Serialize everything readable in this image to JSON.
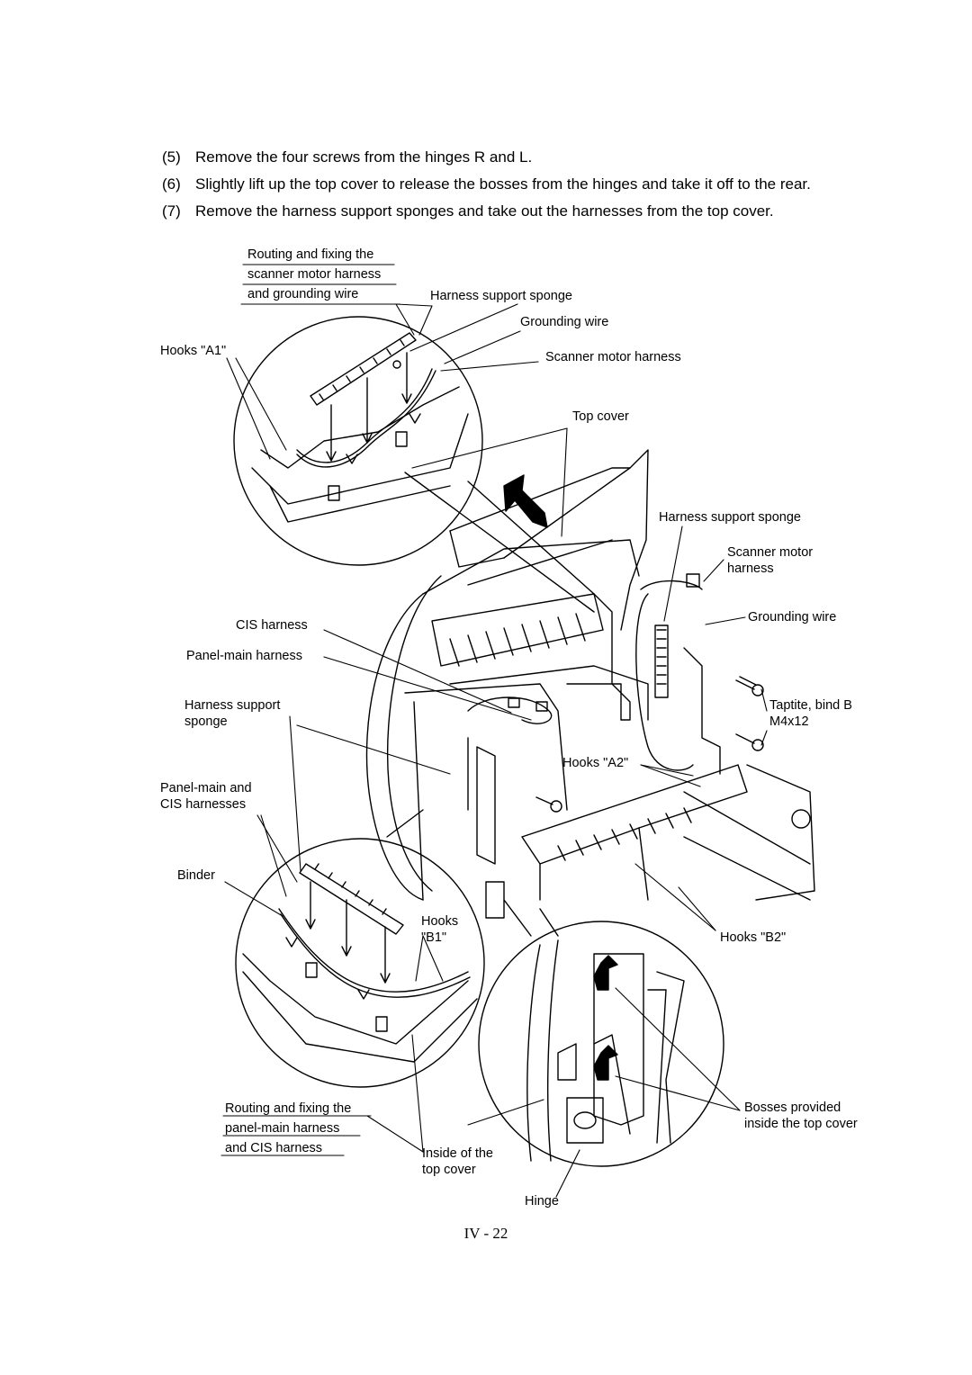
{
  "steps": [
    {
      "num": "(5)",
      "text": "Remove the four screws from the hinges R and L."
    },
    {
      "num": "(6)",
      "text": "Slightly lift up the top cover to release the bosses from the hinges and take it off to the rear."
    },
    {
      "num": "(7)",
      "text": "Remove the harness support sponges and take out the harnesses from the top cover."
    }
  ],
  "labels": {
    "routing_top": [
      "Routing and fixing the",
      "scanner motor harness",
      "and grounding wire"
    ],
    "harness_sponge_top": "Harness support sponge",
    "grounding_wire_top": "Grounding wire",
    "scanner_motor_harness_top": "Scanner motor harness",
    "hooks_a1": "Hooks \"A1\"",
    "top_cover": "Top cover",
    "harness_sponge_right": "Harness support sponge",
    "scanner_motor_harness_right": [
      "Scanner motor",
      "harness"
    ],
    "grounding_wire_right": "Grounding wire",
    "cis_harness": "CIS harness",
    "panel_main_harness": "Panel-main harness",
    "harness_sponge_left": [
      "Harness support",
      "sponge"
    ],
    "taptite": [
      "Taptite, bind B",
      "M4x12"
    ],
    "hooks_a2": "Hooks \"A2\"",
    "panel_main_cis": [
      "Panel-main and",
      "CIS harnesses"
    ],
    "binder": "Binder",
    "hooks_b1": [
      "Hooks",
      "\"B1\""
    ],
    "hooks_b2": "Hooks \"B2\"",
    "routing_bottom": [
      "Routing and fixing the",
      "panel-main harness",
      "and CIS harness"
    ],
    "inside_top_cover": [
      "Inside of the",
      "top cover"
    ],
    "bosses": [
      "Bosses provided",
      "inside the top cover"
    ],
    "hinge": "Hinge"
  },
  "footer": "IV - 22"
}
